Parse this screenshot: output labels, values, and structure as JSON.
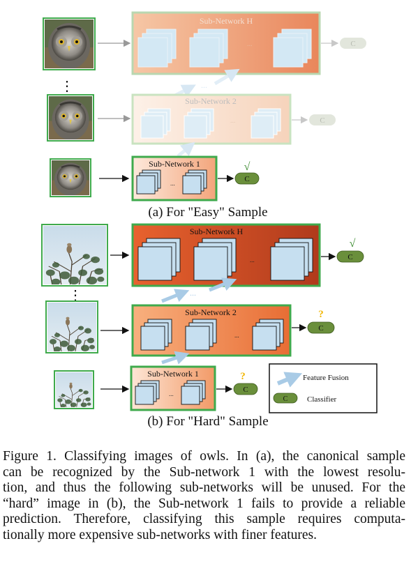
{
  "figure": {
    "panel_a": {
      "caption": "(a) For \"Easy\" Sample",
      "subnet_h": "Sub-Network H",
      "subnet_2": "Sub-Network 2",
      "subnet_1": "Sub-Network 1",
      "classifier": "C",
      "check": "√",
      "ellipsis": "...",
      "vdots": "⋮"
    },
    "panel_b": {
      "caption": "(b) For \"Hard\" Sample",
      "subnet_h": "Sub-Network H",
      "subnet_2": "Sub-Network 2",
      "subnet_1": "Sub-Network 1",
      "classifier": "C",
      "check": "√",
      "question": "?",
      "ellipsis": "...",
      "vdots": "⋮"
    },
    "legend": {
      "feature_fusion": "Feature Fusion",
      "classifier_symbol": "C",
      "classifier": "Classifier"
    },
    "colors": {
      "green_border": "#3faa4c",
      "classifier_green": "#6a8f3b",
      "block_blue": "#c6dff0",
      "orange_dark": "#c2441c",
      "orange_light": "#f7a26b",
      "fusion_arrow": "#a9cbe6"
    }
  },
  "caption": {
    "line1": "Figure 1.  Classifying images of owls. In (a), the canonical sample",
    "line2": "can be recognized by the Sub-network 1 with the lowest resolu-",
    "line3": "tion, and thus the following sub-networks will be unused. For the",
    "line4": "“hard” image in (b), the Sub-network 1 fails to provide a reliable",
    "line5": "prediction.  Therefore, classifying this sample requires computa-",
    "line6": "tionally more expensive sub-networks with finer features."
  }
}
